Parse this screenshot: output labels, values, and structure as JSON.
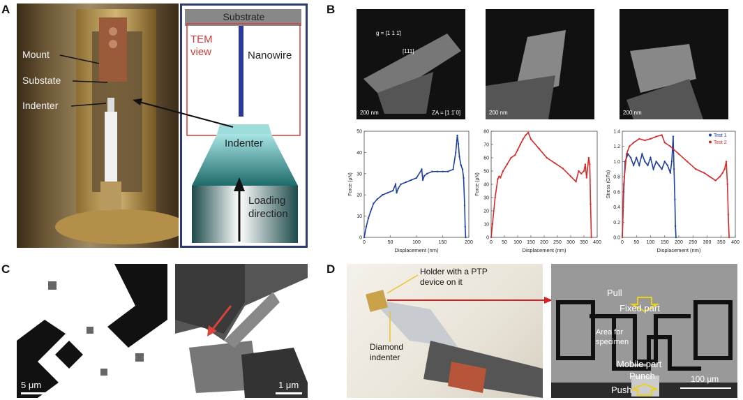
{
  "panel_labels": {
    "a": "A",
    "b": "B",
    "c": "C",
    "d": "D"
  },
  "panel_a": {
    "photo_labels": {
      "mount": "Mount",
      "substate": "Substate",
      "indenter": "Indenter"
    },
    "schematic": {
      "substrate": "Substrate",
      "tem_view_line1": "TEM",
      "tem_view_line2": "view",
      "nanowire": "Nanowire",
      "indenter": "Indenter",
      "loading_line1": "Loading",
      "loading_line2": "direction"
    }
  },
  "panel_b": {
    "sem_images": [
      {
        "scale": "200 nm",
        "g_label": "g = [1 1 1̄]",
        "dir_label": "[111]",
        "za_label": "ZA = [1 1̄ 0]"
      },
      {
        "scale": "200 nm"
      },
      {
        "scale": "200 nm"
      }
    ]
  },
  "chart_data": [
    {
      "type": "line",
      "xlabel": "Displacement (nm)",
      "ylabel": "Force (μN)",
      "xlim": [
        0,
        200
      ],
      "ylim": [
        0,
        50
      ],
      "xticks": [
        "0",
        "50",
        "100",
        "150",
        "200"
      ],
      "yticks": [
        "0",
        "10",
        "20",
        "30",
        "40",
        "50"
      ],
      "series": [
        {
          "color": "#1f3fa0",
          "x": [
            0,
            4,
            8,
            12,
            18,
            25,
            35,
            45,
            55,
            60,
            62,
            65,
            70,
            80,
            90,
            100,
            110,
            112,
            115,
            120,
            130,
            140,
            150,
            160,
            170,
            175,
            178,
            180,
            182,
            185,
            188,
            190,
            192,
            193,
            194
          ],
          "y": [
            0,
            5,
            9,
            12,
            16,
            18,
            20,
            21,
            22,
            25,
            21,
            23,
            25,
            26,
            27,
            28,
            32,
            27,
            29,
            30,
            31,
            31,
            31,
            31,
            32,
            40,
            48,
            44,
            38,
            34,
            32,
            28,
            15,
            5,
            0
          ]
        }
      ]
    },
    {
      "type": "line",
      "xlabel": "Displacement (nm)",
      "ylabel": "Force (μN)",
      "xlim": [
        0,
        400
      ],
      "ylim": [
        0,
        80
      ],
      "xticks": [
        "0",
        "50",
        "100",
        "150",
        "200",
        "250",
        "300",
        "350",
        "400"
      ],
      "yticks": [
        "0",
        "10",
        "20",
        "30",
        "40",
        "50",
        "60",
        "70",
        "80"
      ],
      "series": [
        {
          "color": "#d42a2a",
          "x": [
            0,
            5,
            15,
            25,
            30,
            35,
            45,
            60,
            75,
            90,
            100,
            110,
            120,
            130,
            140,
            150,
            180,
            210,
            240,
            270,
            300,
            320,
            330,
            340,
            350,
            355,
            360,
            368,
            372,
            375,
            378
          ],
          "y": [
            0,
            10,
            30,
            44,
            46,
            45,
            50,
            55,
            60,
            62,
            66,
            70,
            74,
            77,
            79,
            74,
            67,
            60,
            56,
            52,
            46,
            42,
            50,
            48,
            50,
            55,
            45,
            60,
            55,
            25,
            0
          ]
        }
      ]
    },
    {
      "type": "line",
      "xlabel": "Displacement (nm)",
      "ylabel": "Stress (GPa)",
      "xlim": [
        0,
        400
      ],
      "ylim": [
        0,
        1.4
      ],
      "xticks": [
        "0",
        "50",
        "100",
        "150",
        "200",
        "250",
        "300",
        "350",
        "400"
      ],
      "yticks": [
        "0.0",
        "0.2",
        "0.4",
        "0.6",
        "0.8",
        "1.0",
        "1.2",
        "1.4"
      ],
      "legend_position": "top-right",
      "series": [
        {
          "name": "Test 1",
          "color": "#1f3fa0",
          "x": [
            0,
            5,
            10,
            20,
            30,
            40,
            50,
            60,
            70,
            80,
            90,
            100,
            110,
            120,
            130,
            140,
            150,
            160,
            170,
            175,
            180,
            183,
            186,
            188,
            190
          ],
          "y": [
            0,
            0.6,
            1.0,
            1.1,
            1.05,
            0.95,
            1.05,
            0.95,
            1.1,
            1.0,
            0.95,
            1.05,
            0.9,
            1.0,
            0.95,
            0.9,
            1.0,
            0.95,
            0.85,
            1.0,
            1.33,
            0.9,
            0.5,
            0.15,
            0
          ]
        },
        {
          "name": "Test 2",
          "color": "#d42a2a",
          "x": [
            0,
            5,
            15,
            25,
            40,
            60,
            80,
            100,
            120,
            140,
            150,
            170,
            200,
            230,
            260,
            290,
            310,
            330,
            345,
            355,
            362,
            368,
            372,
            375,
            378
          ],
          "y": [
            0,
            0.7,
            1.1,
            1.2,
            1.25,
            1.3,
            1.28,
            1.3,
            1.33,
            1.35,
            1.25,
            1.2,
            1.1,
            1.0,
            0.9,
            0.85,
            0.8,
            0.75,
            0.8,
            0.85,
            0.9,
            1.0,
            0.7,
            0.3,
            0
          ]
        }
      ]
    }
  ],
  "panel_c": {
    "scale_left": "5 μm",
    "scale_right": "1 μm"
  },
  "panel_d": {
    "photo_labels": {
      "holder_line1": "Holder with a PTP",
      "holder_line2": "device on it",
      "diamond_line1": "Diamond",
      "diamond_line2": "indenter"
    },
    "sem_labels": {
      "pull": "Pull",
      "fixed": "Fixed part",
      "area_line1": "Area for",
      "area_line2": "specimen",
      "mobile": "Mobile part",
      "punch": "Punch",
      "push": "Push",
      "scale": "100 μm"
    }
  }
}
